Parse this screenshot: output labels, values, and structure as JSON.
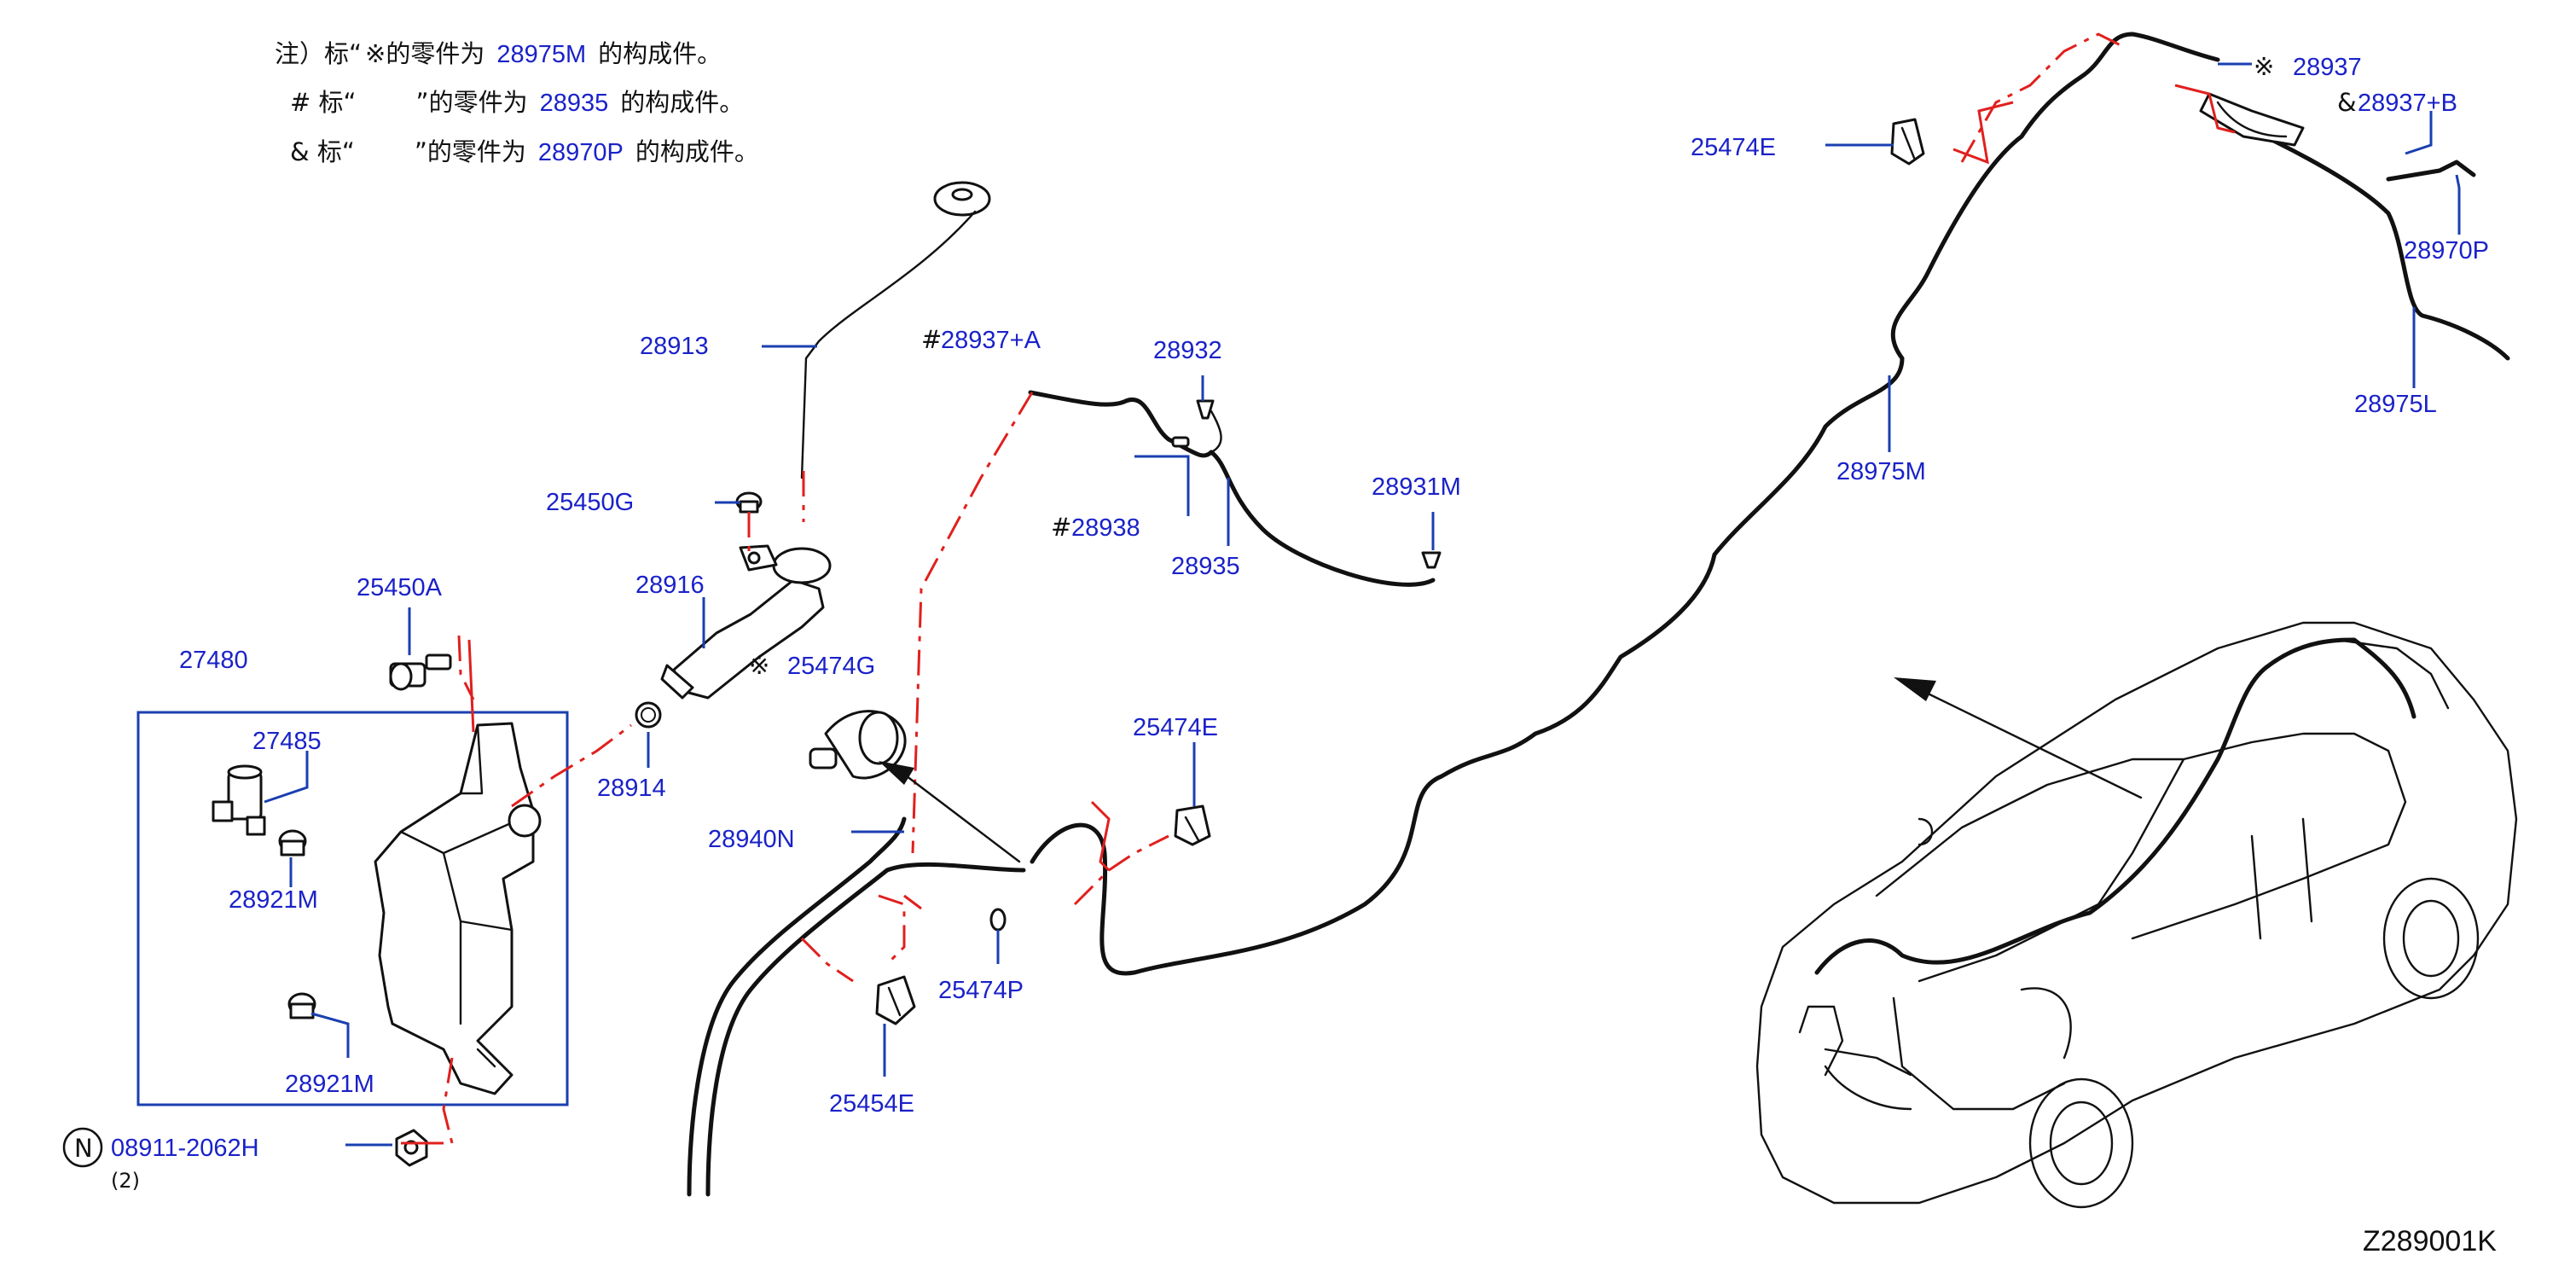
{
  "notes": [
    {
      "prefix": "注）标“",
      "mark": "※",
      "mid": "的零件为",
      "part": "28975M",
      "suffix": "的构成件。"
    },
    {
      "prefix": "#   标“",
      "mark": "",
      "mid": "”的零件为",
      "part": "28935",
      "suffix": "的构成件。"
    },
    {
      "prefix": "&   标“",
      "mark": "",
      "mid": "”的零件为",
      "part": "28970P",
      "suffix": "的构成件。"
    }
  ],
  "labels": {
    "p28913": "28913",
    "p25450G": "25450G",
    "p28916": "28916",
    "p25450A": "25450A",
    "p27480": "27480",
    "p27485": "27485",
    "p28921M_a": "28921M",
    "p28921M_b": "28921M",
    "p28914": "28914",
    "p25474G": "25474G",
    "p28940N": "28940N",
    "p25474P": "25474P",
    "p25454E": "25454E",
    "p08911": "08911-2062H",
    "qty08911": "(2)",
    "nut_symbol": "N",
    "p28937A": "28937+A",
    "p28932": "28932",
    "p28938": "28938",
    "p28935": "28935",
    "p28931M": "28931M",
    "p25474E_mid": "25474E",
    "p25474E_top": "25474E",
    "p28975M": "28975M",
    "p28937": "28937",
    "p28937B": "28937+B",
    "p28970P": "28970P",
    "p28975L": "28975L",
    "hash": "#",
    "hash2": "#",
    "amp": "&",
    "kome_a": "※",
    "kome_b": "※"
  },
  "figure_code": "Z289001K",
  "colors": {
    "label": "#1a22c8",
    "leader": "#1a3fb0",
    "hidden_line": "#e0201e",
    "line": "#111111"
  }
}
